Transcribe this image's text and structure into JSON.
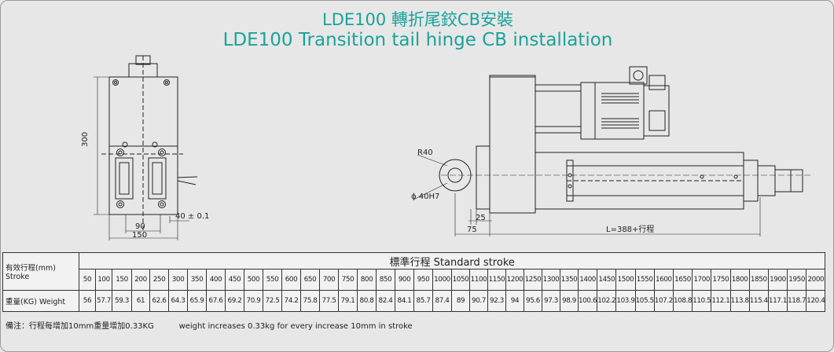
{
  "title": {
    "zh": "LDE100 轉折尾鉸CB安裝",
    "en": "LDE100 Transition tail hinge CB installation"
  },
  "drawing": {
    "dim_300": "300",
    "dim_40": "40 ± 0.1",
    "dim_90": "90",
    "dim_150": "150",
    "r40": "R40",
    "bore": "ϕ 40H7",
    "dim_25": "25",
    "dim_75": "75",
    "dim_L": "L=388+行程"
  },
  "table": {
    "stroke_label_zh": "有效行程(mm)",
    "stroke_label_en": "Stroke",
    "header": "標準行程   Standard stroke",
    "weight_label": "重量(KG) Weight",
    "strokes": [
      "50",
      "100",
      "150",
      "200",
      "250",
      "300",
      "350",
      "400",
      "450",
      "500",
      "550",
      "600",
      "650",
      "700",
      "750",
      "800",
      "850",
      "900",
      "950",
      "1000",
      "1050",
      "1100",
      "1150",
      "1200",
      "1250",
      "1300",
      "1350",
      "1400",
      "1450",
      "1500",
      "1550",
      "1600",
      "1650",
      "1700",
      "1750",
      "1800",
      "1850",
      "1900",
      "1950",
      "2000"
    ],
    "weights": [
      "56",
      "57.7",
      "59.3",
      "61",
      "62.6",
      "64.3",
      "65.9",
      "67.6",
      "69.2",
      "70.9",
      "72.5",
      "74.2",
      "75.8",
      "77.5",
      "79.1",
      "80.8",
      "82.4",
      "84.1",
      "85.7",
      "87.4",
      "89",
      "90.7",
      "92.3",
      "94",
      "95.6",
      "97.3",
      "98.9",
      "100.6",
      "102.2",
      "103.9",
      "105.5",
      "107.2",
      "108.8",
      "110.5",
      "112.1",
      "113.8",
      "115.4",
      "117.1",
      "118.7",
      "120.4"
    ]
  },
  "note": "備注：行程每增加10mm重量增加0.33KG          weight increases 0.33kg for every increase 10mm in stroke"
}
